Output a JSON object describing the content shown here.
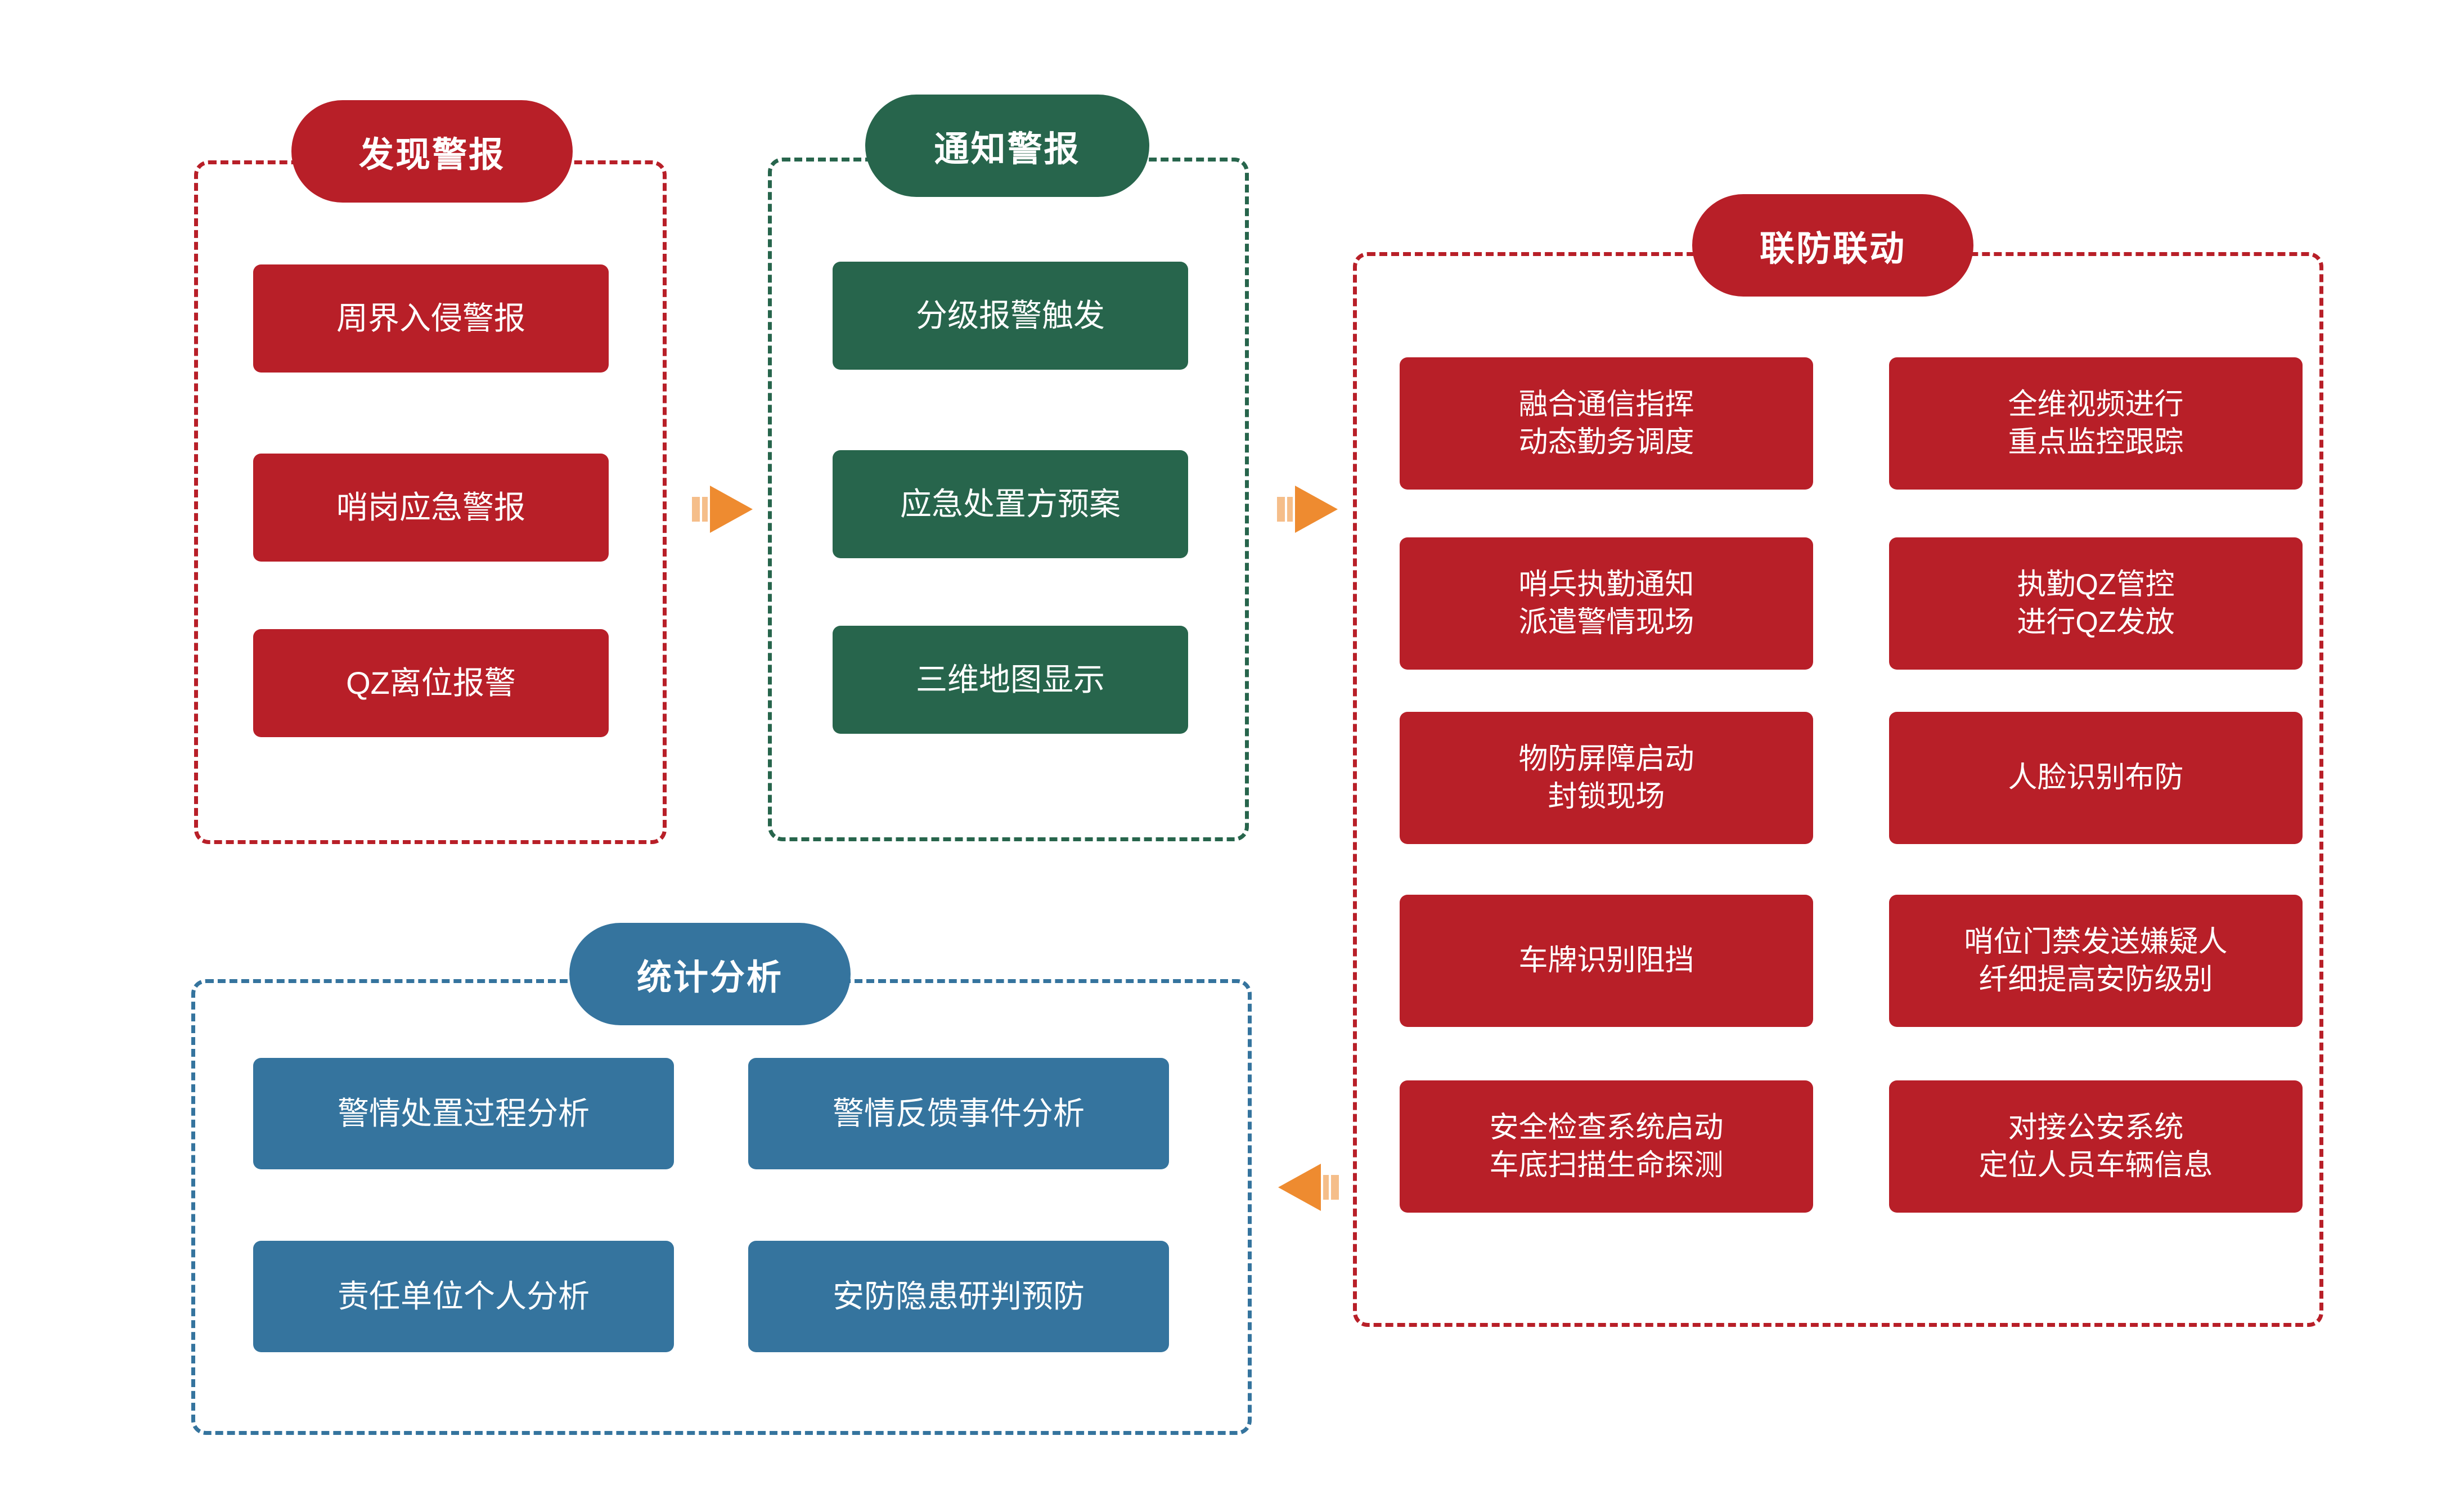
{
  "diagram": {
    "colors": {
      "red": "#B81F28",
      "green": "#27654C",
      "blue": "#35749E",
      "arrow": "#EE8B30",
      "arrow_tail": "#F5BE8A",
      "text": "#FFFFFF",
      "background": "#FFFFFF"
    },
    "sections": [
      {
        "id": "discover-alarm",
        "title": "发现警报",
        "color": "red",
        "items": [
          {
            "lines": [
              "周界入侵警报"
            ]
          },
          {
            "lines": [
              "哨岗应急警报"
            ]
          },
          {
            "lines": [
              "QZ离位报警"
            ]
          }
        ]
      },
      {
        "id": "notify-alarm",
        "title": "通知警报",
        "color": "green",
        "items": [
          {
            "lines": [
              "分级报警触发"
            ]
          },
          {
            "lines": [
              "应急处置方预案"
            ]
          },
          {
            "lines": [
              "三维地图显示"
            ]
          }
        ]
      },
      {
        "id": "joint-defense",
        "title": "联防联动",
        "color": "red",
        "items": [
          {
            "lines": [
              "融合通信指挥",
              "动态勤务调度"
            ]
          },
          {
            "lines": [
              "全维视频进行",
              "重点监控跟踪"
            ]
          },
          {
            "lines": [
              "哨兵执勤通知",
              "派遣警情现场"
            ]
          },
          {
            "lines": [
              "执勤QZ管控",
              "进行QZ发放"
            ]
          },
          {
            "lines": [
              "物防屏障启动",
              "封锁现场"
            ]
          },
          {
            "lines": [
              "人脸识别布防"
            ]
          },
          {
            "lines": [
              "车牌识别阻挡"
            ]
          },
          {
            "lines": [
              "哨位门禁发送嫌疑人",
              "纤细提高安防级别"
            ]
          },
          {
            "lines": [
              "安全检查系统启动",
              "车底扫描生命探测"
            ]
          },
          {
            "lines": [
              "对接公安系统",
              "定位人员车辆信息"
            ]
          }
        ]
      },
      {
        "id": "statistic-analysis",
        "title": "统计分析",
        "color": "blue",
        "items": [
          {
            "lines": [
              "警情处置过程分析"
            ]
          },
          {
            "lines": [
              "警情反馈事件分析"
            ]
          },
          {
            "lines": [
              "责任单位个人分析"
            ]
          },
          {
            "lines": [
              "安防隐患研判预防"
            ]
          }
        ]
      }
    ],
    "arrows": [
      {
        "id": "arrow-discover-to-notify",
        "direction": "right"
      },
      {
        "id": "arrow-notify-to-joint",
        "direction": "right"
      },
      {
        "id": "arrow-joint-to-statistics",
        "direction": "left"
      }
    ]
  }
}
